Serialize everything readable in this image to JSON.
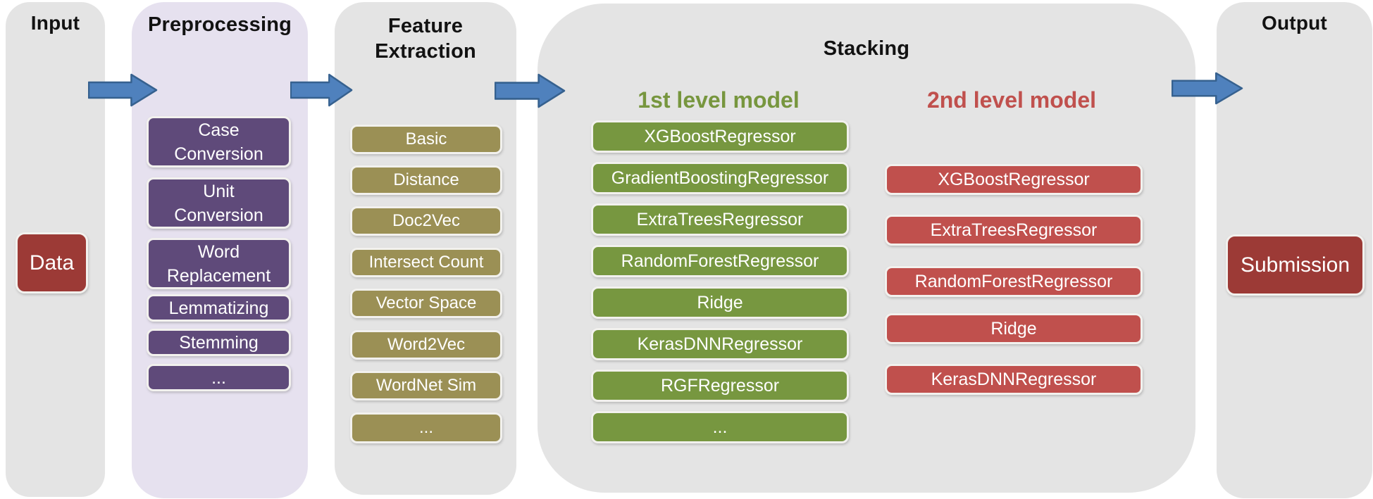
{
  "input": {
    "title": "Input",
    "item": "Data"
  },
  "preprocessing": {
    "title": "Preprocessing",
    "items": [
      "Case Conversion",
      "Unit Conversion",
      "Word Replacement",
      "Lemmatizing",
      "Stemming",
      "..."
    ]
  },
  "feature_extraction": {
    "title": "Feature Extraction",
    "items": [
      "Basic",
      "Distance",
      "Doc2Vec",
      "Intersect Count",
      "Vector Space",
      "Word2Vec",
      "WordNet Sim",
      "..."
    ]
  },
  "stacking": {
    "title": "Stacking",
    "level1": {
      "title": "1st level model",
      "items": [
        "XGBoostRegressor",
        "GradientBoostingRegressor",
        "ExtraTreesRegressor",
        "RandomForestRegressor",
        "Ridge",
        "KerasDNNRegressor",
        "RGFRegressor",
        "..."
      ]
    },
    "level2": {
      "title": "2nd level model",
      "items": [
        "XGBoostRegressor",
        "ExtraTreesRegressor",
        "RandomForestRegressor",
        "Ridge",
        "KerasDNNRegressor"
      ]
    }
  },
  "output": {
    "title": "Output",
    "item": "Submission"
  },
  "colors": {
    "panel_gray": "#e4e4e4",
    "panel_lavender": "#e6e1ef",
    "purple_node": "#5f4a7a",
    "olive_node": "#9b9055",
    "green_node": "#779740",
    "red_node": "#c0504d",
    "dark_red_node": "#9c3a36",
    "green_heading": "#77963e",
    "red_heading": "#c0504d",
    "arrow_fill": "#4f81bd",
    "arrow_stroke": "#36618f"
  }
}
